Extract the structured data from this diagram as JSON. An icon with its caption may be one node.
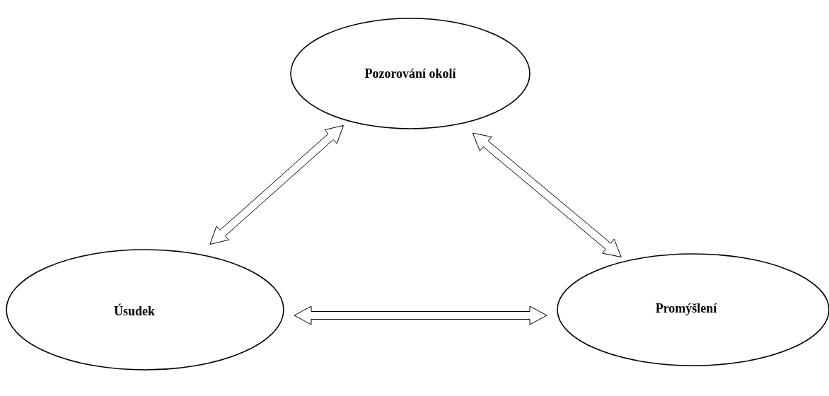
{
  "diagram": {
    "nodes": [
      {
        "text": [
          "Pozorování okolí"
        ]
      },
      {
        "text": [
          "Úsudek"
        ]
      },
      {
        "text": [
          "Promýšlení"
        ]
      }
    ],
    "edges": [
      {
        "from": 0,
        "to": 1,
        "arrow": "both"
      },
      {
        "from": 0,
        "to": 2,
        "arrow": "both"
      },
      {
        "from": 1,
        "to": 2,
        "arrow": "both"
      }
    ]
  }
}
